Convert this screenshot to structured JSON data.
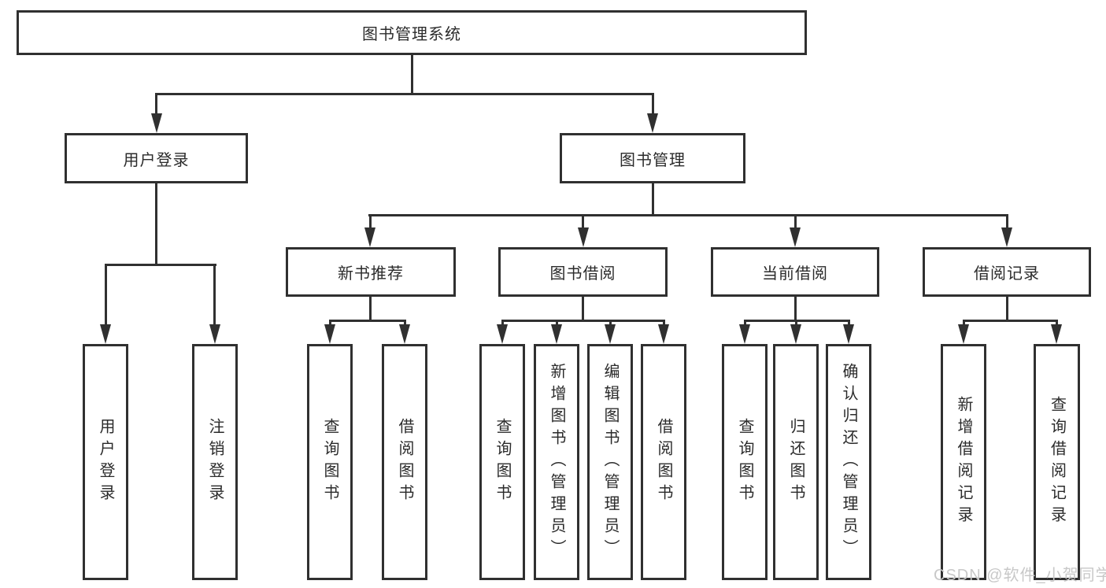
{
  "diagram": {
    "root": "图书管理系统",
    "level2": [
      {
        "label": "用户登录"
      },
      {
        "label": "图书管理"
      }
    ],
    "level3": [
      {
        "label": "新书推荐"
      },
      {
        "label": "图书借阅"
      },
      {
        "label": "当前借阅"
      },
      {
        "label": "借阅记录"
      }
    ],
    "leaves": {
      "user_login_group": [
        "用户登录",
        "注销登录"
      ],
      "new_book_group": [
        "查询图书",
        "借阅图书"
      ],
      "borrow_group": [
        "查询图书",
        "新增图书（管理员）",
        "编辑图书（管理员）",
        "借阅图书"
      ],
      "current_group": [
        "查询图书",
        "归还图书",
        "确认归还（管理员）"
      ],
      "records_group": [
        "新增借阅记录",
        "查询借阅记录"
      ]
    }
  },
  "watermark": "CSDN @软件_小贺同学",
  "colors": {
    "line": "#303030",
    "text": "#2b2b2b",
    "background": "#ffffff",
    "watermark": "#c8c8c8"
  }
}
